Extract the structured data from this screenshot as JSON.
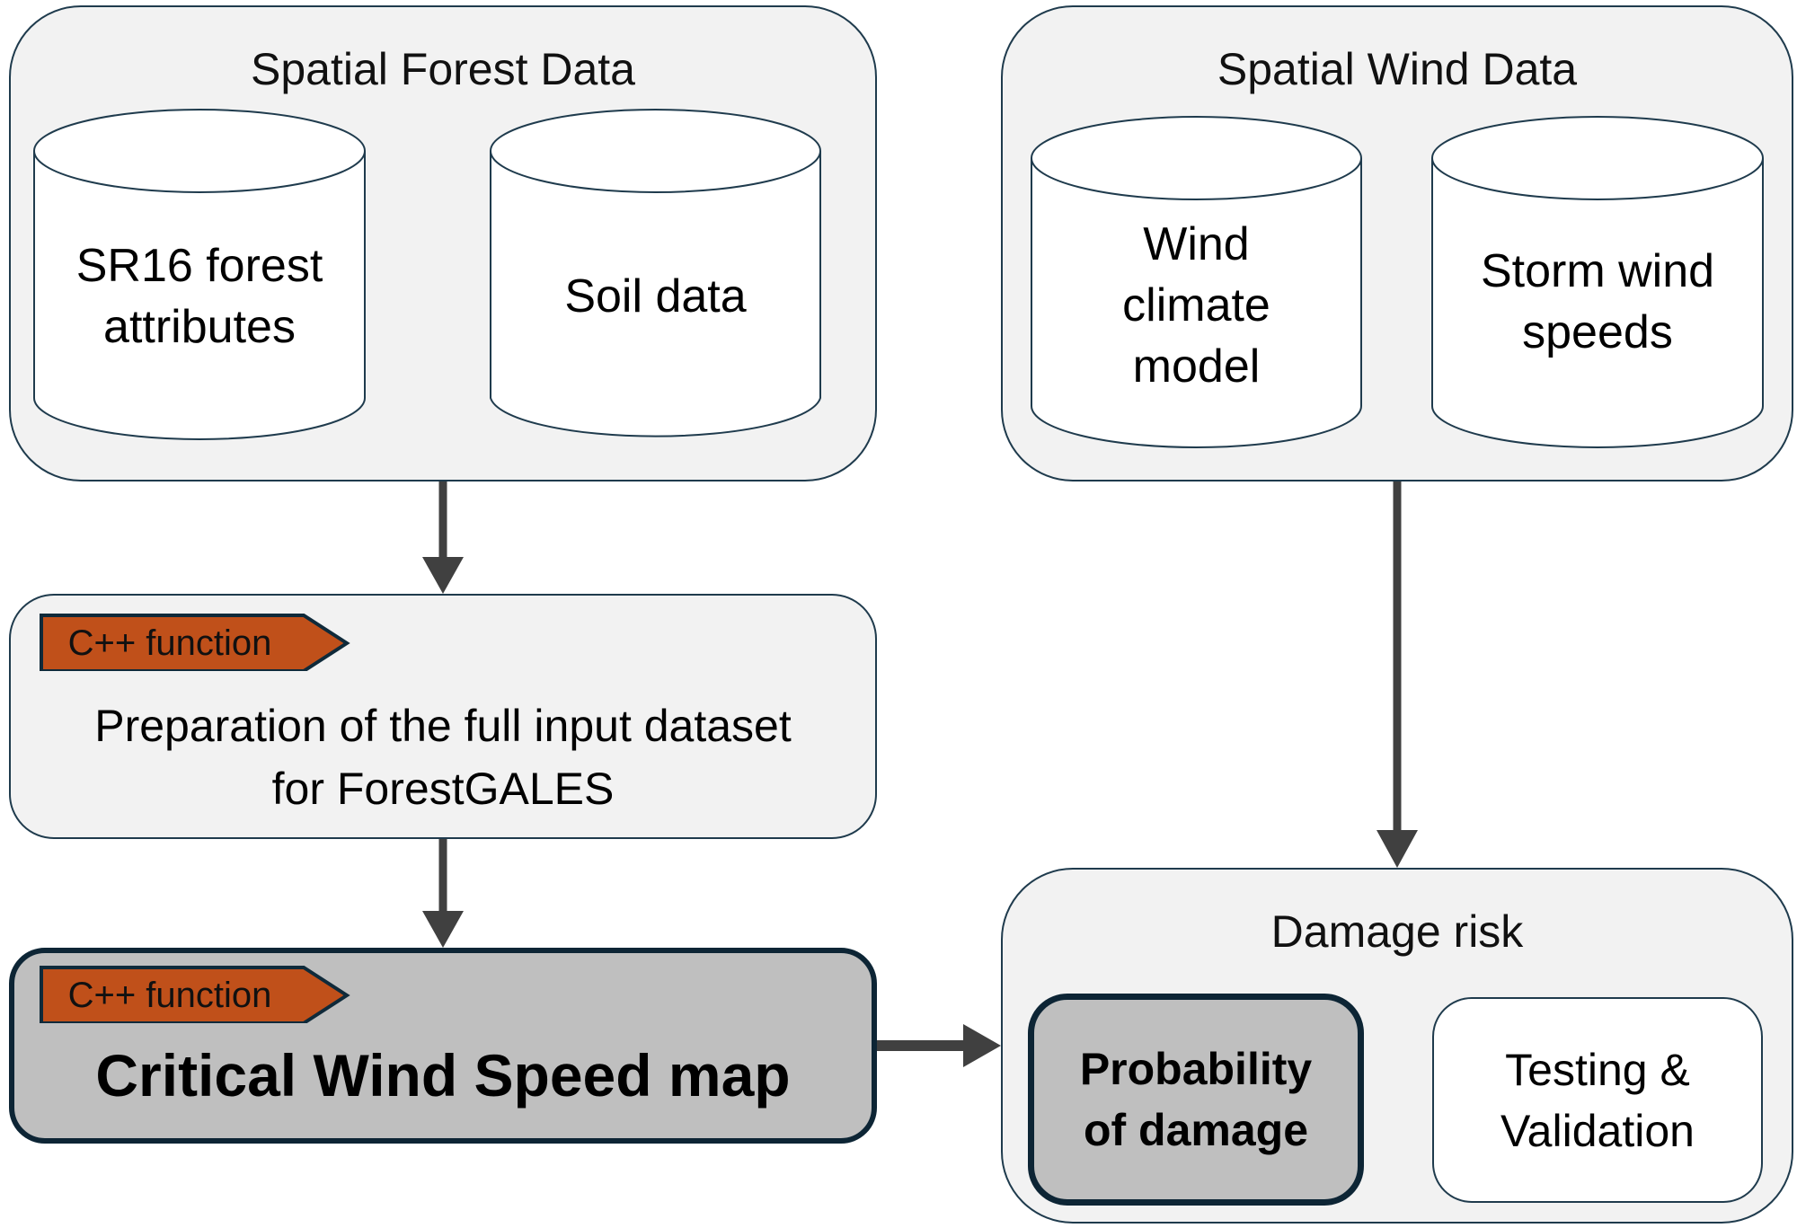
{
  "diagram": {
    "groups": {
      "forest": {
        "title": "Spatial Forest Data",
        "items": [
          {
            "label": "SR16 forest attributes",
            "lines": [
              "SR16 forest",
              "attributes"
            ]
          },
          {
            "label": "Soil data",
            "lines": [
              "Soil data"
            ]
          }
        ]
      },
      "wind": {
        "title": "Spatial Wind Data",
        "items": [
          {
            "label": "Wind climate model",
            "lines": [
              "Wind",
              "climate",
              "model"
            ]
          },
          {
            "label": "Storm wind speeds",
            "lines": [
              "Storm wind",
              "speeds"
            ]
          }
        ]
      },
      "damage": {
        "title": "Damage risk",
        "items": [
          {
            "label": "Probability of damage",
            "lines": [
              "Probability",
              "of damage"
            ]
          },
          {
            "label": "Testing & Validation",
            "lines": [
              "Testing &",
              "Validation"
            ]
          }
        ]
      }
    },
    "process_boxes": {
      "preparation": {
        "badge": "C++ function",
        "lines": [
          "Preparation of the full input dataset",
          "for ForestGALES"
        ]
      },
      "critical_wind_speed": {
        "badge": "C++ function",
        "title": "Critical Wind Speed map"
      }
    },
    "edges": [
      {
        "from": "Spatial Forest Data",
        "to": "Preparation of the full input dataset for ForestGALES"
      },
      {
        "from": "Preparation of the full input dataset for ForestGALES",
        "to": "Critical Wind Speed map"
      },
      {
        "from": "Critical Wind Speed map",
        "to": "Damage risk"
      },
      {
        "from": "Spatial Wind Data",
        "to": "Damage risk"
      }
    ],
    "colors": {
      "group_fill": "#f2f2f2",
      "outline": "#1f3b4d",
      "highlight_fill": "#bfbfbf",
      "highlight_border": "#0d2535",
      "badge_fill": "#c0501a",
      "badge_border": "#0f2a3a",
      "arrow": "#404040"
    }
  }
}
